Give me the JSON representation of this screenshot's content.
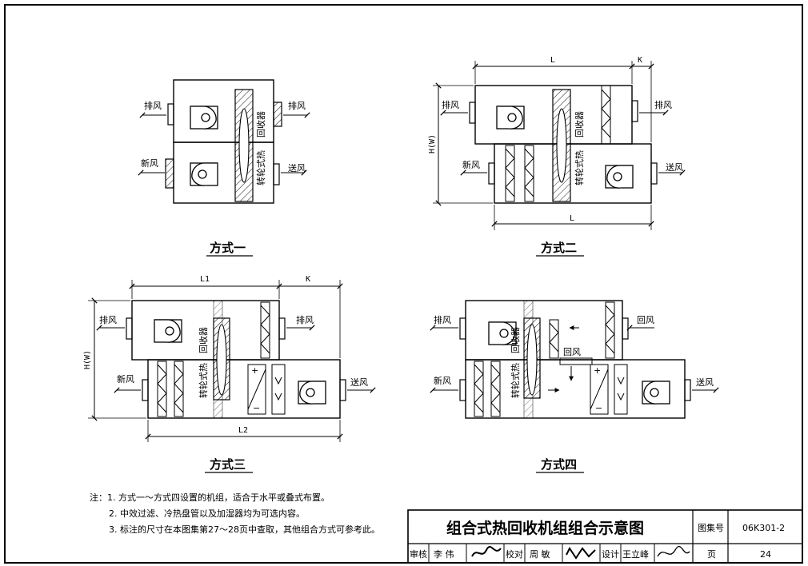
{
  "labels": {
    "exhaust": "排风",
    "fresh": "新风",
    "supply": "送风",
    "return": "回风",
    "recovery_a": "转轮式热",
    "recovery_b": "回收器"
  },
  "dims": {
    "L": "L",
    "K": "K",
    "L1": "L1",
    "L2": "L2",
    "HW": "H(W)"
  },
  "captions": {
    "mode1": "方式一",
    "mode2": "方式二",
    "mode3": "方式三",
    "mode4": "方式四"
  },
  "notes": {
    "n1": "注：1. 方式一～方式四设置的机组，适合于水平或叠式布置。",
    "n2": "2. 中效过滤、冷热盘管以及加湿器均为可选内容。",
    "n3": "3. 标注的尺寸在本图集第27～28页中查取，其他组合方式可参考此。"
  },
  "title_block": {
    "title": "组合式热回收机组组合示意图",
    "atlas_label": "图集号",
    "atlas_no": "06K301-2",
    "review_label": "审核",
    "reviewer": "李 伟",
    "check_label": "校对",
    "checker": "周 敏",
    "design_label": "设计",
    "designer": "王立峰",
    "page_label": "页",
    "page_no": "24"
  }
}
